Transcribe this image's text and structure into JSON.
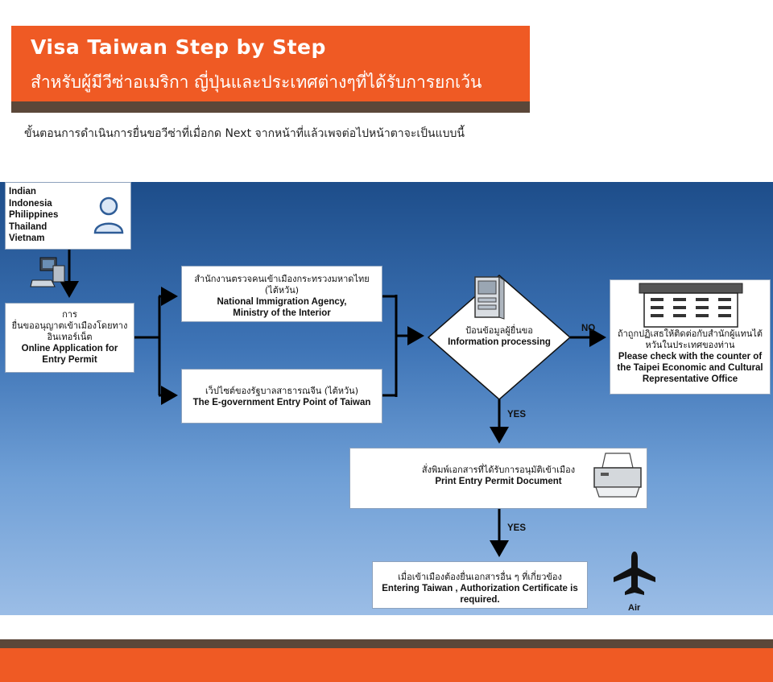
{
  "header": {
    "title": "Visa Taiwan Step by Step",
    "subtitle": "สำหรับผู้มีวีซ่าอเมริกา ญี่ปุ่นและประเทศต่างๆที่ได้รับการยกเว้น"
  },
  "intro": "ขั้นตอนการดำเนินการยื่นขอวีซ่าที่เมื่อกด Next จากหน้าที่แล้วเพจต่อไปหน้าตาจะเป็นแบบนี้",
  "diagram": {
    "countries": [
      "Indian",
      "Indonesia",
      "Philippines",
      "Thailand",
      "Vietnam"
    ],
    "online_application": {
      "th_line1": "การ",
      "th_line2": "ยื่นขออนุญาตเข้าเมืองโดยทาง",
      "th_line3": "อินเทอร์เน็ต",
      "en_line1": "Online Application for",
      "en_line2": "Entry Permit"
    },
    "immigration_agency": {
      "th_line1": "สำนักงานตรวจคนเข้าเมืองกระทรวงมหาดไทย",
      "th_line2": "(ไต้หวัน)",
      "en_line1": "National Immigration Agency,",
      "en_line2": "Ministry of the Interior"
    },
    "egov_portal": {
      "th_line1": "เว็ปไซต์ของรัฐบาลสาธารณจีน (ไต้หวัน)",
      "en_line1": "The E-government Entry Point of Taiwan"
    },
    "decision": {
      "th_line1": "ป้อนข้อมูลผู้ยื่นขอ",
      "en_line1": "Information processing"
    },
    "counter": {
      "th_line1": "ถ้าถูกปฏิเสธให้ติดต่อกับสำนักผู้แทนไต้",
      "th_line2": "หวันในประเทศของท่าน",
      "en_line1": "Please check with the counter of",
      "en_line2": "the Taipei Economic and Cultural",
      "en_line3": "Representative Office"
    },
    "print_document": {
      "th_line1": "สั่งพิมพ์เอกสารที่ได้รับการอนุมัติเข้าเมือง",
      "en_line1": "Print Entry Permit Document"
    },
    "entering": {
      "th_line1": "เมื่อเข้าเมืองต้องยื่นเอกสารอื่น ๆ ที่เกี่ยวข้อง",
      "en_line1": "Entering Taiwan , Authorization Certificate  is",
      "en_line2": "required."
    },
    "labels": {
      "no": "NO",
      "yes1": "YES",
      "yes2": "YES",
      "air": "Air"
    },
    "icons": [
      "person-icon",
      "computer-icon",
      "server-icon",
      "building-icon",
      "printer-icon",
      "airplane-icon"
    ]
  }
}
